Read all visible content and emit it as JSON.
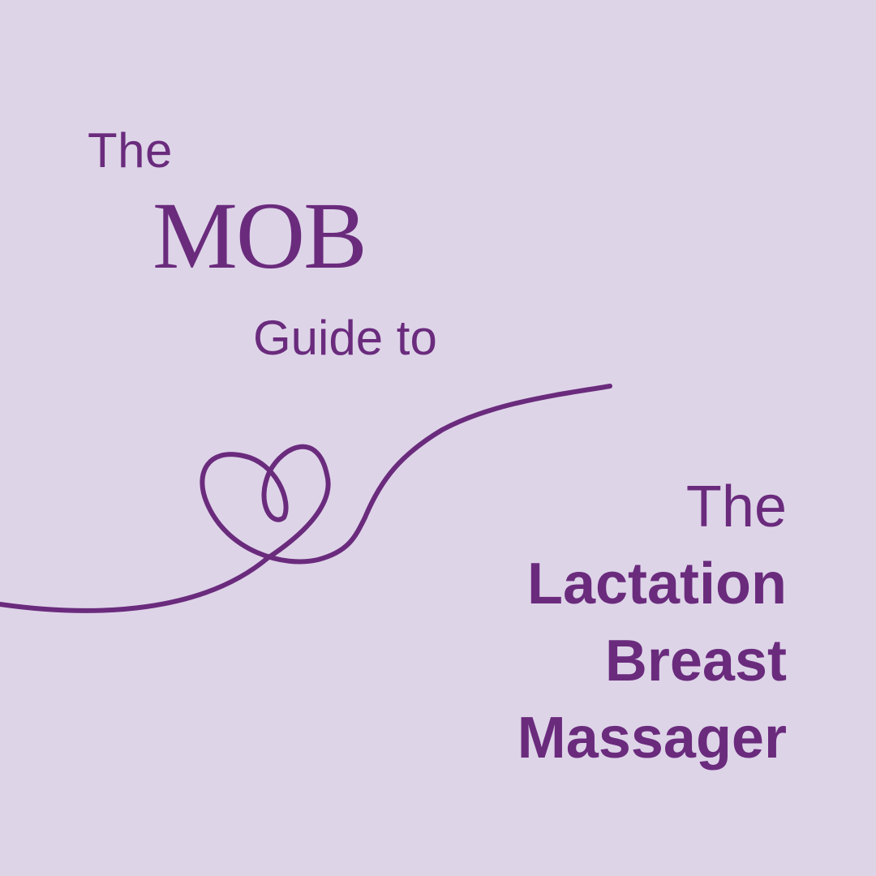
{
  "colors": {
    "background": "#DED4E8",
    "accent": "#6A2B7D"
  },
  "heading": {
    "the_top": "The",
    "logo_text": "MOB",
    "guide_to": "Guide to"
  },
  "title": {
    "the": "The",
    "line1": "Lactation",
    "line2": "Breast",
    "line3": "Massager"
  }
}
